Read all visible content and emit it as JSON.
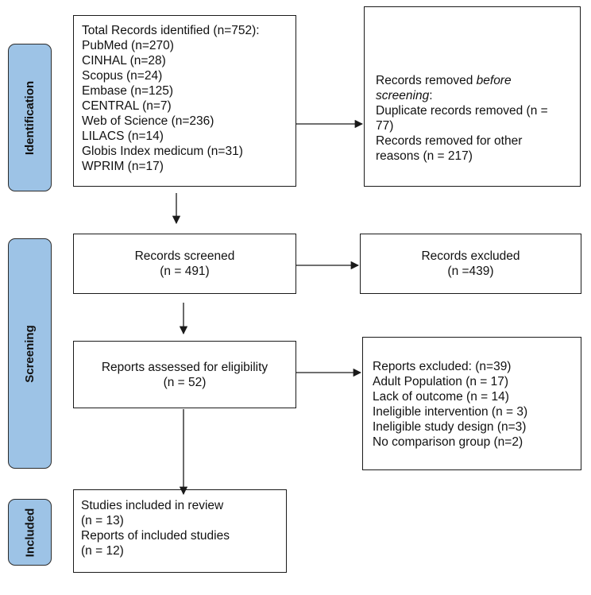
{
  "phases": {
    "identification": "Identification",
    "screening": "Screening",
    "included": "Included"
  },
  "identification_box": {
    "lines": [
      "Total Records identified (n=752):",
      "PubMed (n=270)",
      "CINHAL (n=28)",
      "Scopus (n=24)",
      "Embase (n=125)",
      "CENTRAL (n=7)",
      "Web of Science (n=236)",
      "LILACS (n=14)",
      "Globis Index medicum (n=31)",
      "WPRIM (n=17)"
    ]
  },
  "removed_box": {
    "line1_prefix": "Records removed ",
    "line1_italic": "before",
    "line2_italic": "screening",
    "line2_suffix": ":",
    "duplicates_a": "Duplicate records removed  (n =",
    "duplicates_b": "77)",
    "other_a": "Records removed for other",
    "other_b": "reasons (n = 217)"
  },
  "screened_box": {
    "label": "Records screened",
    "count": "(n = 491)"
  },
  "excluded_box": {
    "label": "Records excluded",
    "count": "(n =439)"
  },
  "eligibility_box": {
    "label": "Reports assessed for eligibility",
    "count": "(n = 52)"
  },
  "reports_excluded_box": {
    "lines": [
      "Reports excluded: (n=39)",
      "Adult Population  (n = 17)",
      "Lack of outcome (n = 14)",
      "Ineligible intervention (n = 3)",
      "Ineligible study design (n=3)",
      "No comparison group (n=2)"
    ]
  },
  "included_box": {
    "lines": [
      "Studies included in review",
      "(n = 13)",
      "Reports of included studies",
      "(n = 12)"
    ]
  },
  "colors": {
    "phase_fill": "#9dc3e6",
    "border": "#1a1a1a"
  }
}
